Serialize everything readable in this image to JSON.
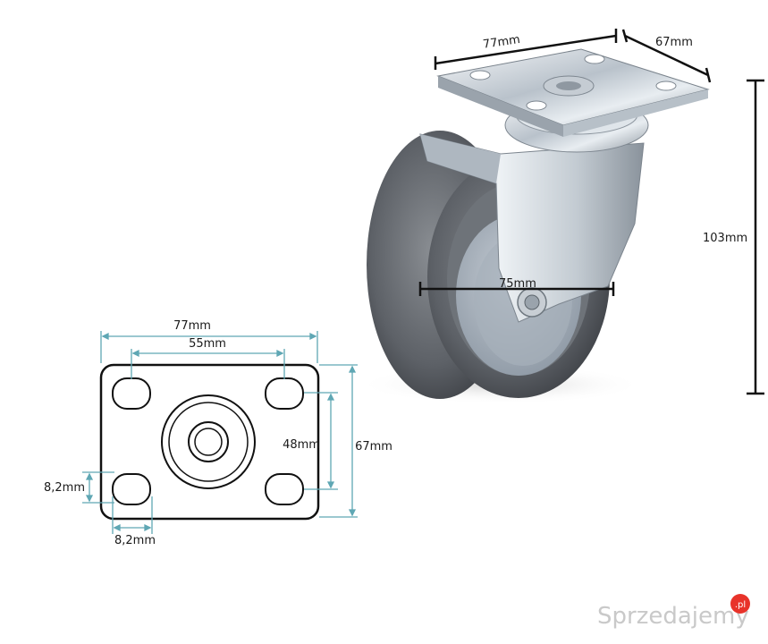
{
  "product_photo": {
    "description_icon": "swivel-double-wheel-caster",
    "dim_width_label": "77mm",
    "dim_depth_label": "67mm",
    "dim_height_label": "103mm",
    "dim_wheel_label": "75mm"
  },
  "plate_drawing": {
    "icon": "top-plate-technical-drawing",
    "outer_width_label": "77mm",
    "hole_spacing_x_label": "55mm",
    "hole_spacing_y_label": "48mm",
    "outer_height_label": "67mm",
    "slot_height_label": "8,2mm",
    "slot_width_label": "8,2mm",
    "dimension_color": "#5fa7b4"
  },
  "watermark": {
    "text": "Sprzedajemy",
    "suffix": ".pl",
    "badge_color": "#e8332a"
  }
}
